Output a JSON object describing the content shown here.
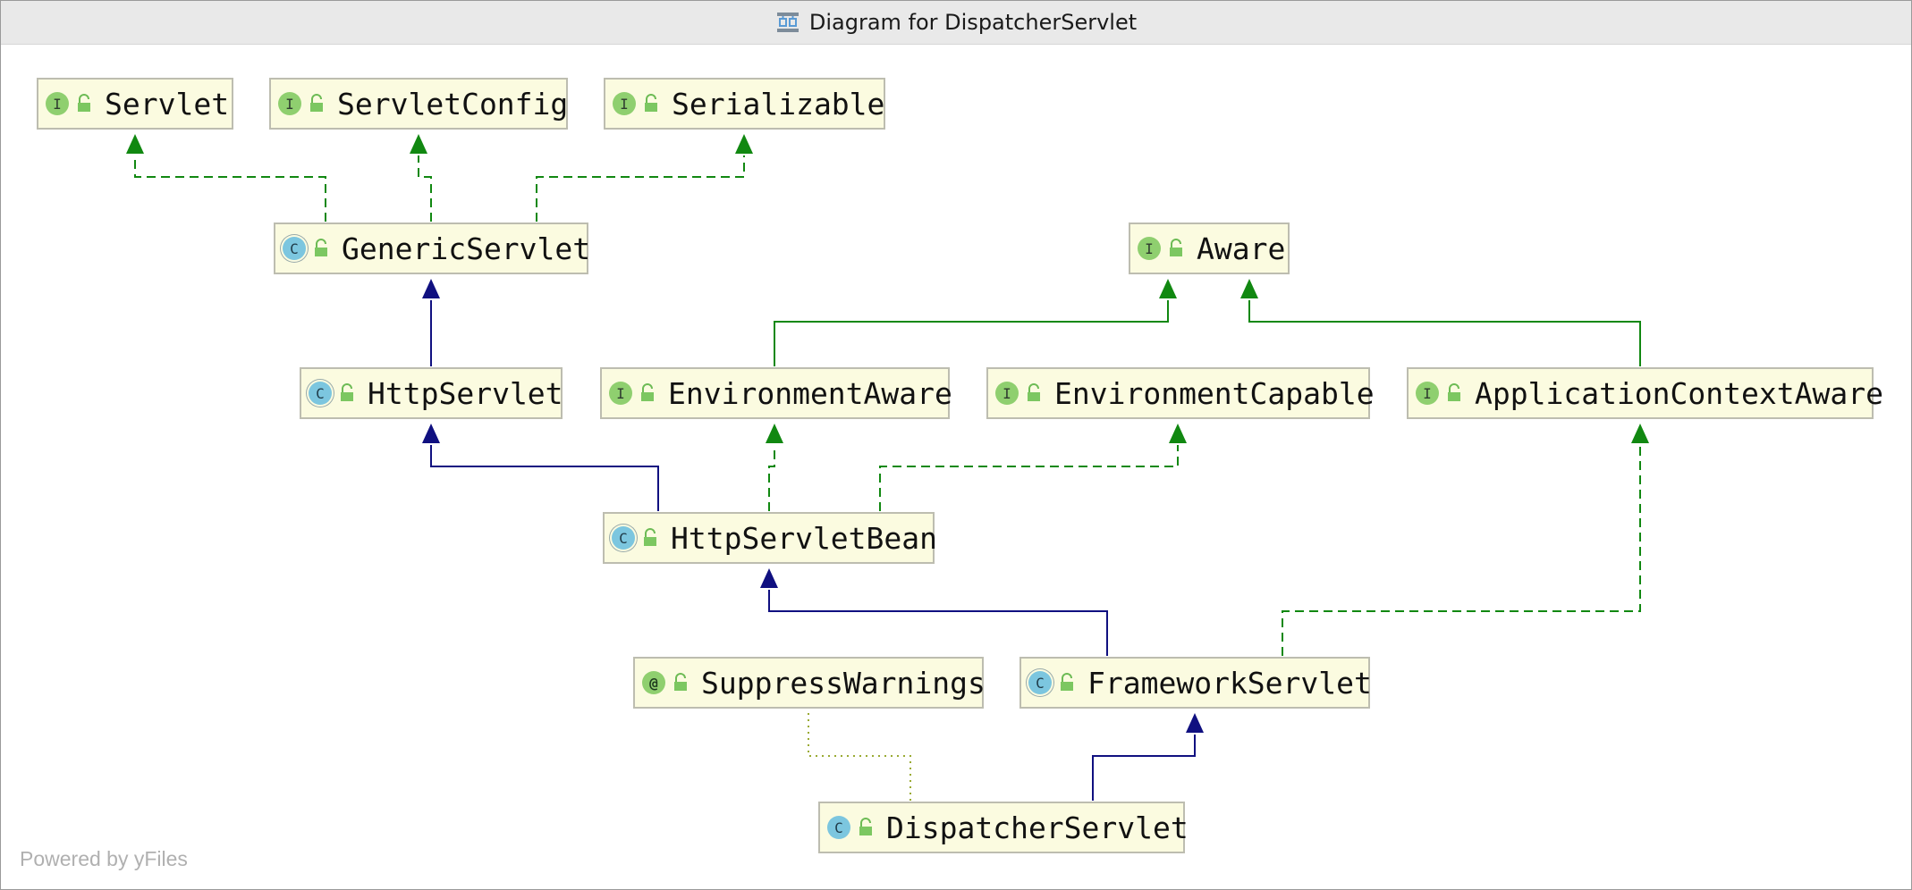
{
  "window": {
    "title": "Diagram for DispatcherServlet",
    "title_icon": "diagram-icon"
  },
  "footer": {
    "powered_by": "Powered by yFiles"
  },
  "colors": {
    "node_fill": "#fbfbe0",
    "node_border": "#bdbdb0",
    "implements_arrow": "#118811",
    "extends_arrow": "#101080",
    "annotation_link": "#9aaa33",
    "interface_badge": "#8fcf6f",
    "class_badge": "#7cc6df"
  },
  "nodes": {
    "servlet": {
      "label": "Servlet",
      "kind": "interface",
      "badge": "I"
    },
    "servlet_config": {
      "label": "ServletConfig",
      "kind": "interface",
      "badge": "I"
    },
    "serializable": {
      "label": "Serializable",
      "kind": "interface",
      "badge": "I"
    },
    "generic_servlet": {
      "label": "GenericServlet",
      "kind": "abstract-class",
      "badge": "C"
    },
    "aware": {
      "label": "Aware",
      "kind": "interface",
      "badge": "I"
    },
    "http_servlet": {
      "label": "HttpServlet",
      "kind": "abstract-class",
      "badge": "C"
    },
    "environment_aware": {
      "label": "EnvironmentAware",
      "kind": "interface",
      "badge": "I"
    },
    "environment_capable": {
      "label": "EnvironmentCapable",
      "kind": "interface",
      "badge": "I"
    },
    "application_context_aware": {
      "label": "ApplicationContextAware",
      "kind": "interface",
      "badge": "I"
    },
    "http_servlet_bean": {
      "label": "HttpServletBean",
      "kind": "abstract-class",
      "badge": "C"
    },
    "suppress_warnings": {
      "label": "SuppressWarnings",
      "kind": "annotation",
      "badge": "@"
    },
    "framework_servlet": {
      "label": "FrameworkServlet",
      "kind": "abstract-class",
      "badge": "C"
    },
    "dispatcher_servlet": {
      "label": "DispatcherServlet",
      "kind": "class",
      "badge": "C"
    }
  },
  "relations": [
    {
      "from": "GenericServlet",
      "to": "Servlet",
      "type": "implements"
    },
    {
      "from": "GenericServlet",
      "to": "ServletConfig",
      "type": "implements"
    },
    {
      "from": "GenericServlet",
      "to": "Serializable",
      "type": "implements"
    },
    {
      "from": "HttpServlet",
      "to": "GenericServlet",
      "type": "extends"
    },
    {
      "from": "EnvironmentAware",
      "to": "Aware",
      "type": "extends"
    },
    {
      "from": "ApplicationContextAware",
      "to": "Aware",
      "type": "extends"
    },
    {
      "from": "HttpServletBean",
      "to": "HttpServlet",
      "type": "extends"
    },
    {
      "from": "HttpServletBean",
      "to": "EnvironmentAware",
      "type": "implements"
    },
    {
      "from": "HttpServletBean",
      "to": "EnvironmentCapable",
      "type": "implements"
    },
    {
      "from": "FrameworkServlet",
      "to": "HttpServletBean",
      "type": "extends"
    },
    {
      "from": "FrameworkServlet",
      "to": "ApplicationContextAware",
      "type": "implements"
    },
    {
      "from": "DispatcherServlet",
      "to": "FrameworkServlet",
      "type": "extends"
    },
    {
      "from": "DispatcherServlet",
      "to": "SuppressWarnings",
      "type": "annotated"
    }
  ]
}
